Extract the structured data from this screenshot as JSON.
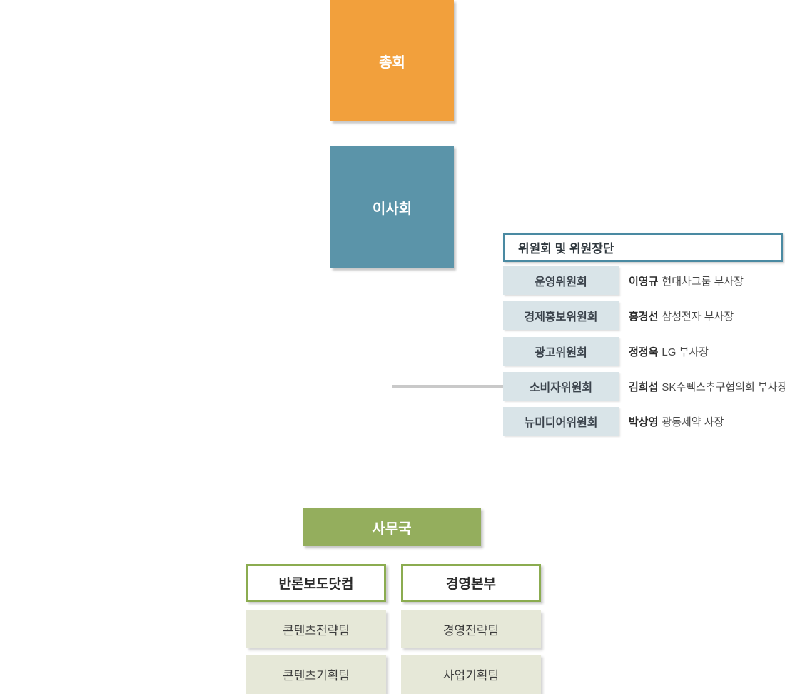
{
  "chart": {
    "type": "org-chart",
    "colors": {
      "assembly_orange": "#f2a03c",
      "board_blue": "#5b94a9",
      "committee_border_teal": "#4a8aa2",
      "committee_item_bg": "#d9e4e8",
      "secretariat_green": "#94ae5d",
      "division_border_green": "#8bac50",
      "team_bg": "#e6e8d8",
      "connector_gray": "#c9c9c9"
    },
    "top_box": {
      "label": "총회"
    },
    "board_box": {
      "label": "이사회"
    },
    "committee_panel": {
      "title": "위원회 및 위원장단",
      "items": [
        {
          "name": "운영위원회",
          "chair_name": "이영규",
          "chair_title": "현대차그룹 부사장"
        },
        {
          "name": "경제홍보위원회",
          "chair_name": "홍경선",
          "chair_title": "삼성전자 부사장"
        },
        {
          "name": "광고위원회",
          "chair_name": "정정욱",
          "chair_title": "LG 부사장"
        },
        {
          "name": "소비자위원회",
          "chair_name": "김희섭",
          "chair_title": "SK수펙스추구협의회 부사장"
        },
        {
          "name": "뉴미디어위원회",
          "chair_name": "박상영",
          "chair_title": "광동제약 사장"
        }
      ]
    },
    "secretariat_box": {
      "label": "사무국"
    },
    "divisions": [
      {
        "title": "반론보도닷컴",
        "teams": [
          "콘텐츠전략팀",
          "콘텐츠기획팀"
        ]
      },
      {
        "title": "경영본부",
        "teams": [
          "경영전략팀",
          "사업기획팀"
        ]
      }
    ]
  }
}
